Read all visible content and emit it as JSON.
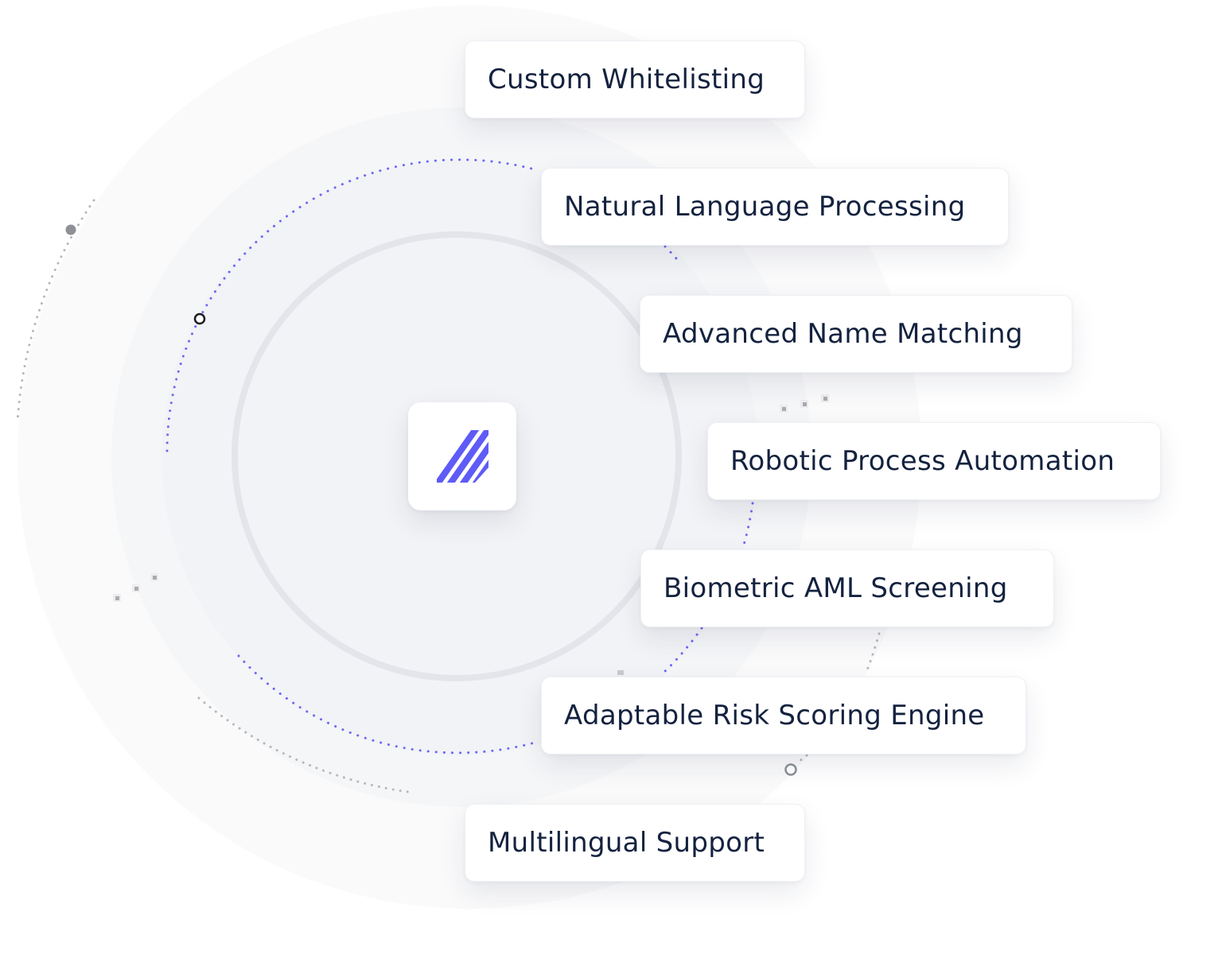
{
  "colors": {
    "accent": "#5f5bf6",
    "text": "#14223f",
    "background_disc": "#f5f6f8",
    "ring": "#e4e5ea",
    "dots_gray": "#a7a9ae"
  },
  "center_logo": {
    "icon": "striped-check-logo-icon"
  },
  "features": [
    {
      "label": "Custom Whitelisting"
    },
    {
      "label": "Natural Language Processing"
    },
    {
      "label": "Advanced Name Matching"
    },
    {
      "label": "Robotic Process Automation"
    },
    {
      "label": "Biometric AML Screening"
    },
    {
      "label": "Adaptable Risk Scoring Engine"
    },
    {
      "label": "Multilingual Support"
    }
  ]
}
